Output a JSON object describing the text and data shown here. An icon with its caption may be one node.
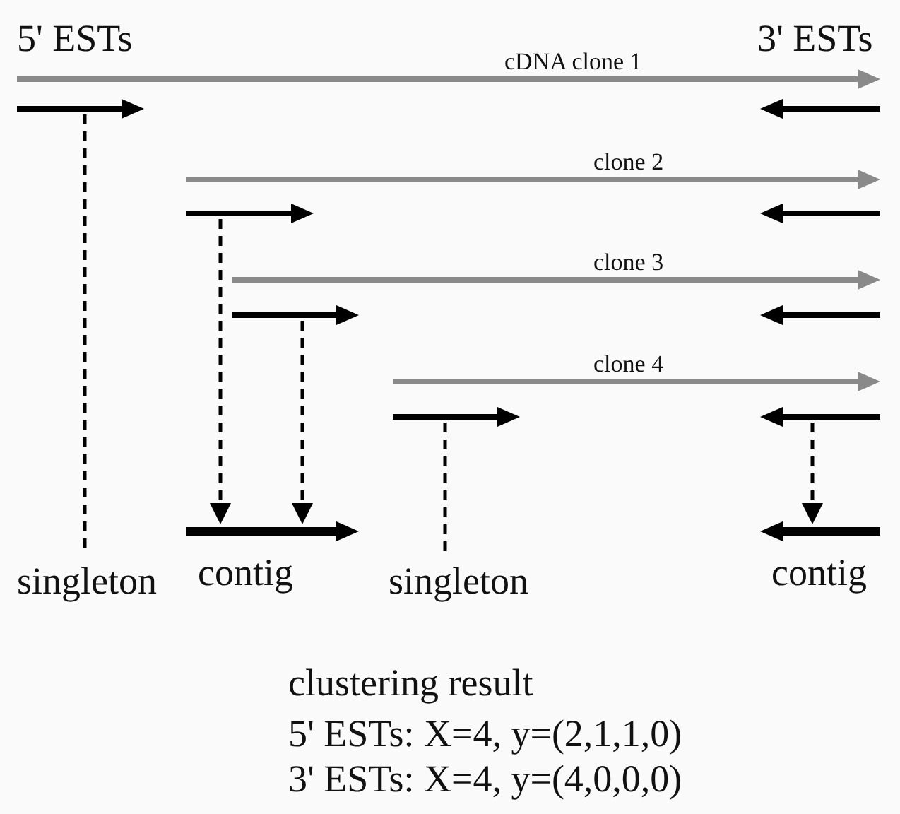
{
  "diagram": {
    "nodes": [
      {
        "text": [],
        "shape": "arrow"
      },
      {
        "text": [],
        "shape": "arrow"
      },
      {
        "text": [],
        "shape": "arrow"
      },
      {
        "text": [],
        "shape": "arrow"
      },
      {
        "text": [],
        "shape": "arrow"
      },
      {
        "text": [],
        "shape": "arrow"
      },
      {
        "text": [],
        "shape": "arrow"
      },
      {
        "text": [],
        "shape": "arrow"
      },
      {
        "text": [],
        "shape": "arrow",
        "beside": [
          "contig"
        ]
      },
      {
        "text": [],
        "shape": "arrow",
        "beside": [
          "contig"
        ]
      },
      {
        "text": [
          "singleton"
        ]
      },
      {
        "text": [
          "singleton"
        ]
      }
    ],
    "edges": [
      {
        "from": 0,
        "to": 10,
        "arrow": "none",
        "style": "dashed"
      },
      {
        "from": 2,
        "to": 8,
        "arrow": "to",
        "style": "dashed"
      },
      {
        "from": 4,
        "to": 8,
        "arrow": "to",
        "style": "dashed"
      },
      {
        "from": 6,
        "to": 11,
        "arrow": "none",
        "style": "dashed"
      },
      {
        "from": 7,
        "to": 9,
        "arrow": "to",
        "style": "dashed"
      }
    ],
    "labels": [
      "5' ESTs",
      "3' ESTs",
      "cDNA clone 1",
      "clone 2",
      "clone 3",
      "clone 4",
      "clustering result",
      "5' ESTs: X=4, y=(2,1,1,0)",
      "3' ESTs: X=4, y=(4,0,0,0)"
    ]
  }
}
